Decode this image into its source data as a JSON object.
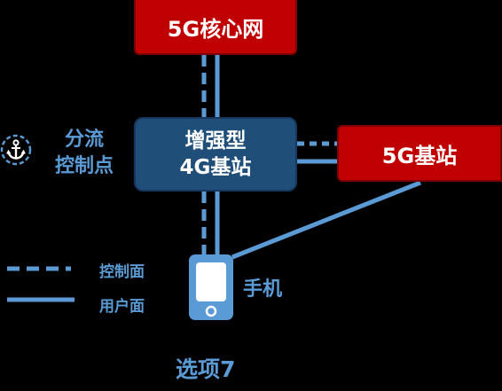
{
  "nodes": {
    "core_5g": "5G核心网",
    "enhanced_4g_station": "增强型\n4G基站",
    "station_5g": "5G基站"
  },
  "labels": {
    "split_point": "分流\n控制点",
    "phone": "手机",
    "option": "选项7"
  },
  "legend": {
    "control_plane": "控制面",
    "user_plane": "用户面"
  },
  "icons": {
    "split_point": "anchor-icon",
    "phone": "smartphone-icon"
  },
  "colors": {
    "background": "#000000",
    "red_node": "#c00000",
    "blue_node": "#1f4e79",
    "link": "#5b9bd5",
    "text_white": "#ffffff"
  }
}
